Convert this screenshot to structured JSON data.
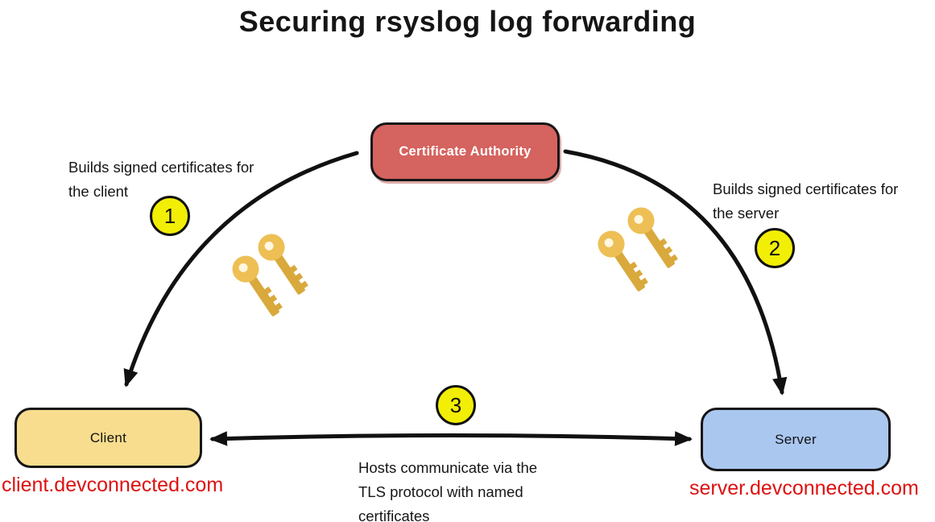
{
  "title": "Securing rsyslog log forwarding",
  "nodes": {
    "certificate_authority": {
      "label": "Certificate Authority",
      "fill": "#d5635f"
    },
    "client": {
      "label": "Client",
      "fill": "#f8dd8e",
      "domain": "client.devconnected.com"
    },
    "server": {
      "label": "Server",
      "fill": "#aac7f0",
      "domain": "server.devconnected.com"
    }
  },
  "steps": [
    {
      "number": "1",
      "lines": [
        "Builds signed certificates for",
        "the client"
      ]
    },
    {
      "number": "2",
      "lines": [
        "Builds signed certificates for",
        "the server"
      ]
    },
    {
      "number": "3",
      "lines": [
        "Hosts communicate via the",
        "TLS protocol with named",
        "certificates"
      ]
    }
  ],
  "icons": {
    "left_key_pair": "key-icon",
    "right_key_pair": "key-icon"
  },
  "colors": {
    "badge_yellow": "#f2ee05",
    "domain_red": "#dd1111",
    "arrow_black": "#111111",
    "key_head_gold": "#edbf55",
    "key_shaft_gold": "#d9a93c",
    "node_border": "#161616"
  }
}
